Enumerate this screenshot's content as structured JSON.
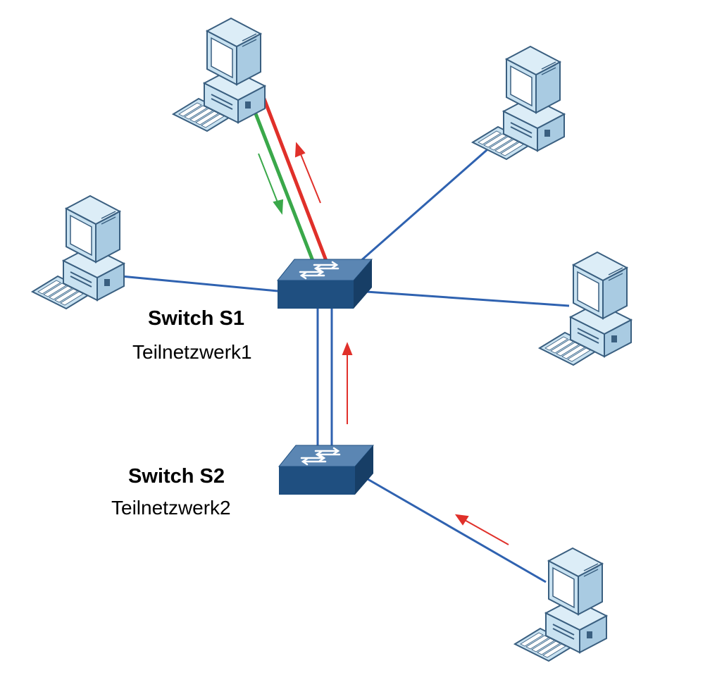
{
  "switch_s1": {
    "title": "Switch S1",
    "subnet": "Teilnetzwerk1"
  },
  "switch_s2": {
    "title": "Switch S2",
    "subnet": "Teilnetzwerk2"
  },
  "colors": {
    "link": "#2f62b0",
    "switch_top": "#5b86b3",
    "switch_front": "#1f4f80",
    "switch_side": "#173e66",
    "pc_body": "#c9e2f1",
    "pc_dark": "#3a5f80",
    "pc_screen": "#ffffff",
    "path_green": "#3aa84a",
    "path_red": "#e0302a"
  },
  "icons": [
    "computer-icon",
    "network-switch-icon"
  ]
}
